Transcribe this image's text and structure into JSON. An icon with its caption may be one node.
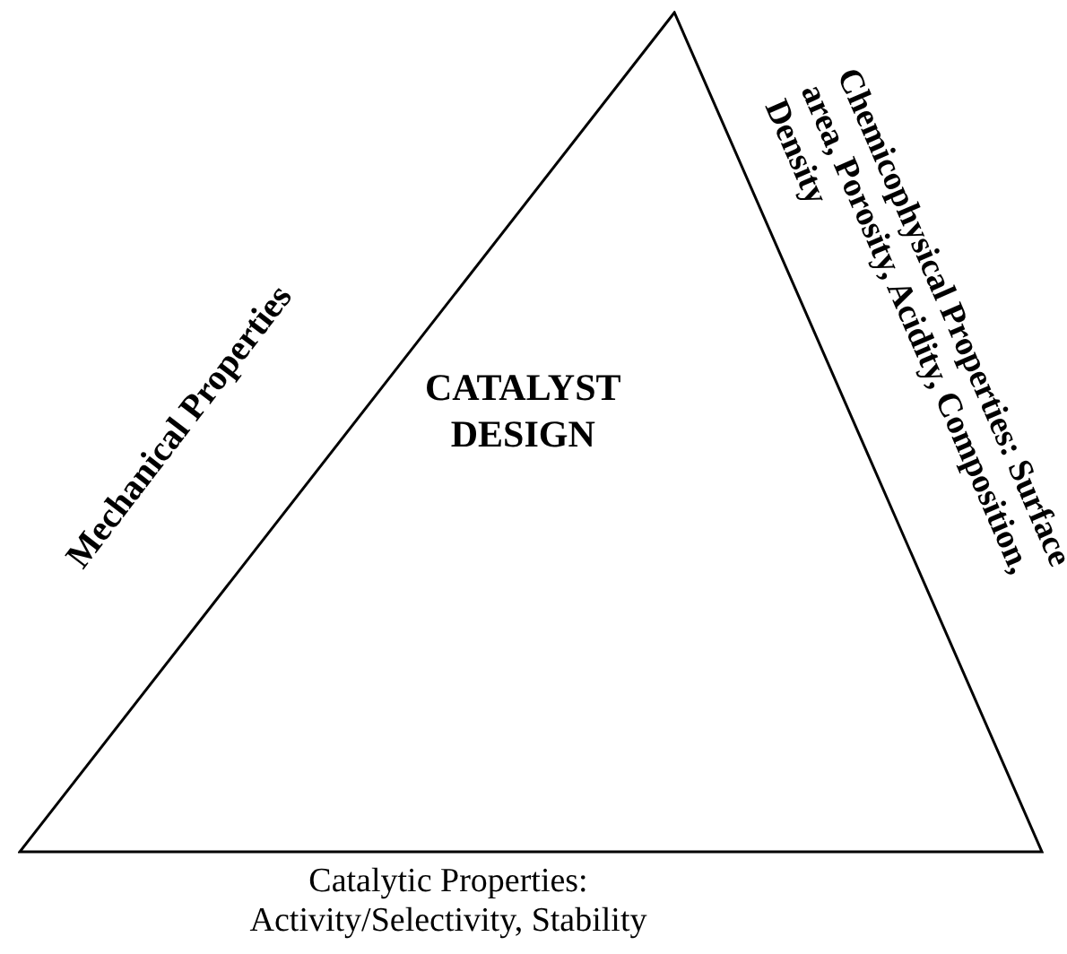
{
  "diagram": {
    "nodes": [
      {
        "text": [
          "CATALYST DESIGN"
        ],
        "beside": [
          "Mechanical Properties",
          "Chemicophysical Properties: Surface area, Porosity, Acidity, Composition, Density",
          "Catalytic Properties: Activity/Selectivity, Stability"
        ]
      }
    ]
  }
}
